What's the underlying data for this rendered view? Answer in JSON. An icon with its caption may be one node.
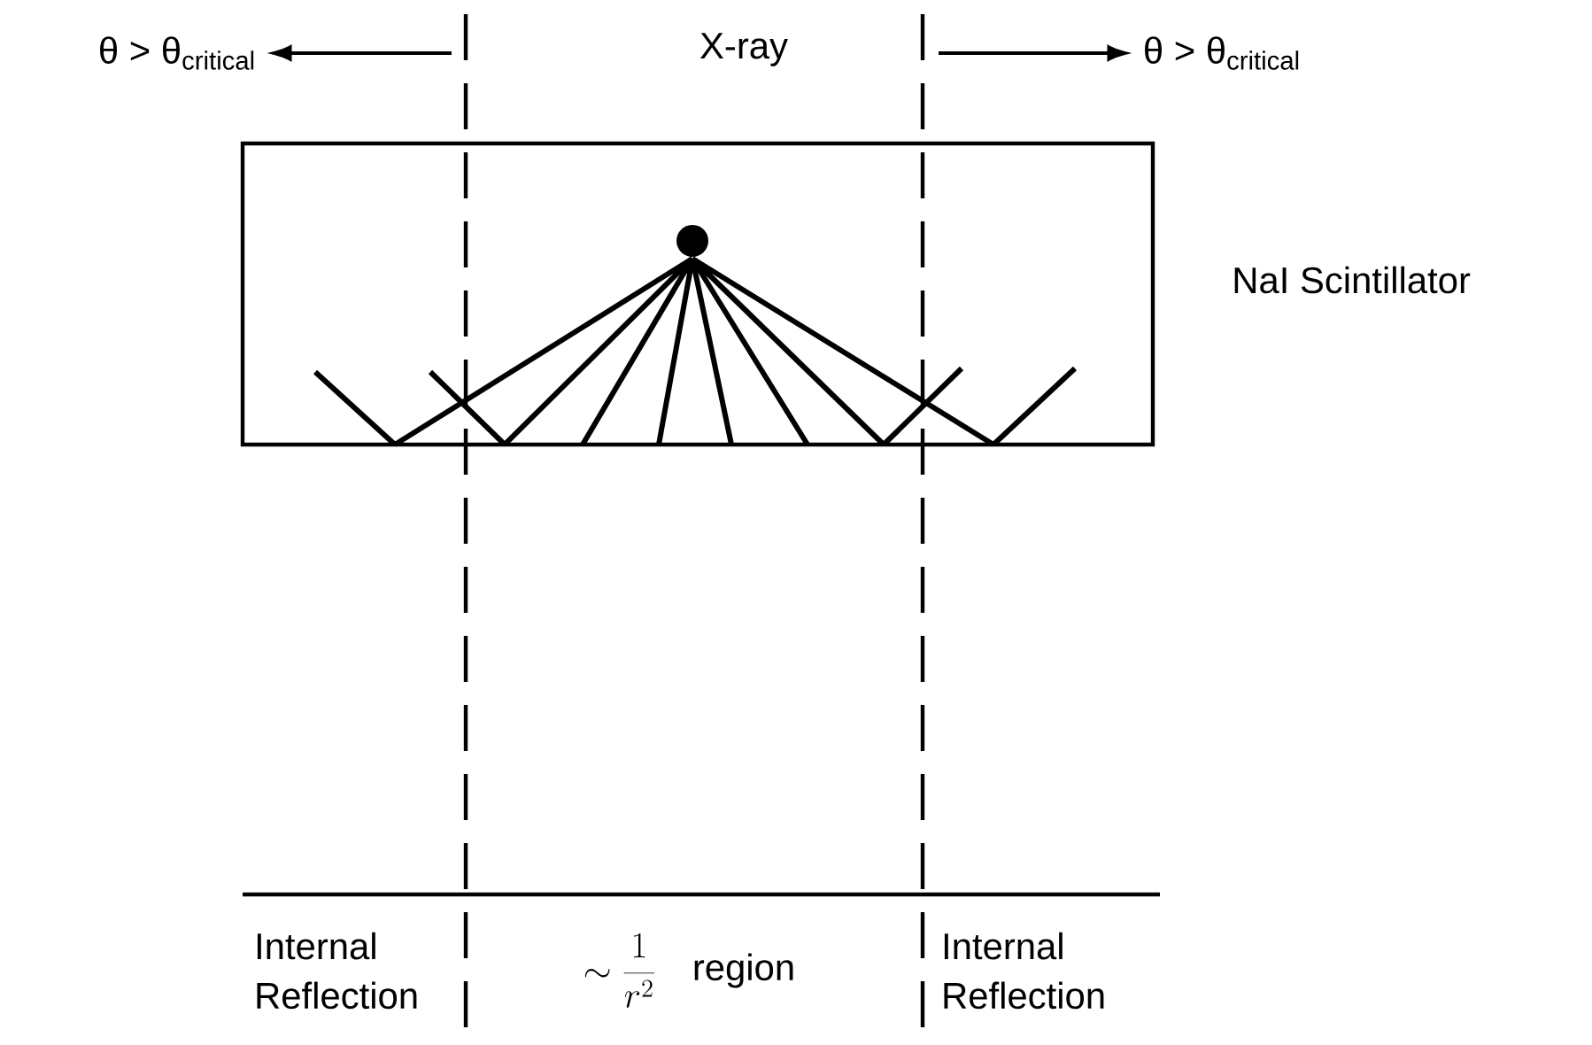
{
  "diagram": {
    "nodes": [
      {
        "text": [],
        "shape": "box",
        "beside": [
          "NaI Scintillator"
        ]
      },
      {
        "text": [
          "θ > θ$_{critical}$"
        ]
      },
      {
        "text": [
          "θ > θ$_{critical}$"
        ]
      }
    ],
    "edges": [
      {
        "from": null,
        "to": 1,
        "arrow": "to"
      },
      {
        "from": null,
        "to": 2,
        "arrow": "to"
      }
    ],
    "labels": [
      "X-ray",
      "Internal Reflection",
      "\\sim\\frac{1}{r^{2}}",
      "region",
      "Internal Reflection"
    ]
  }
}
